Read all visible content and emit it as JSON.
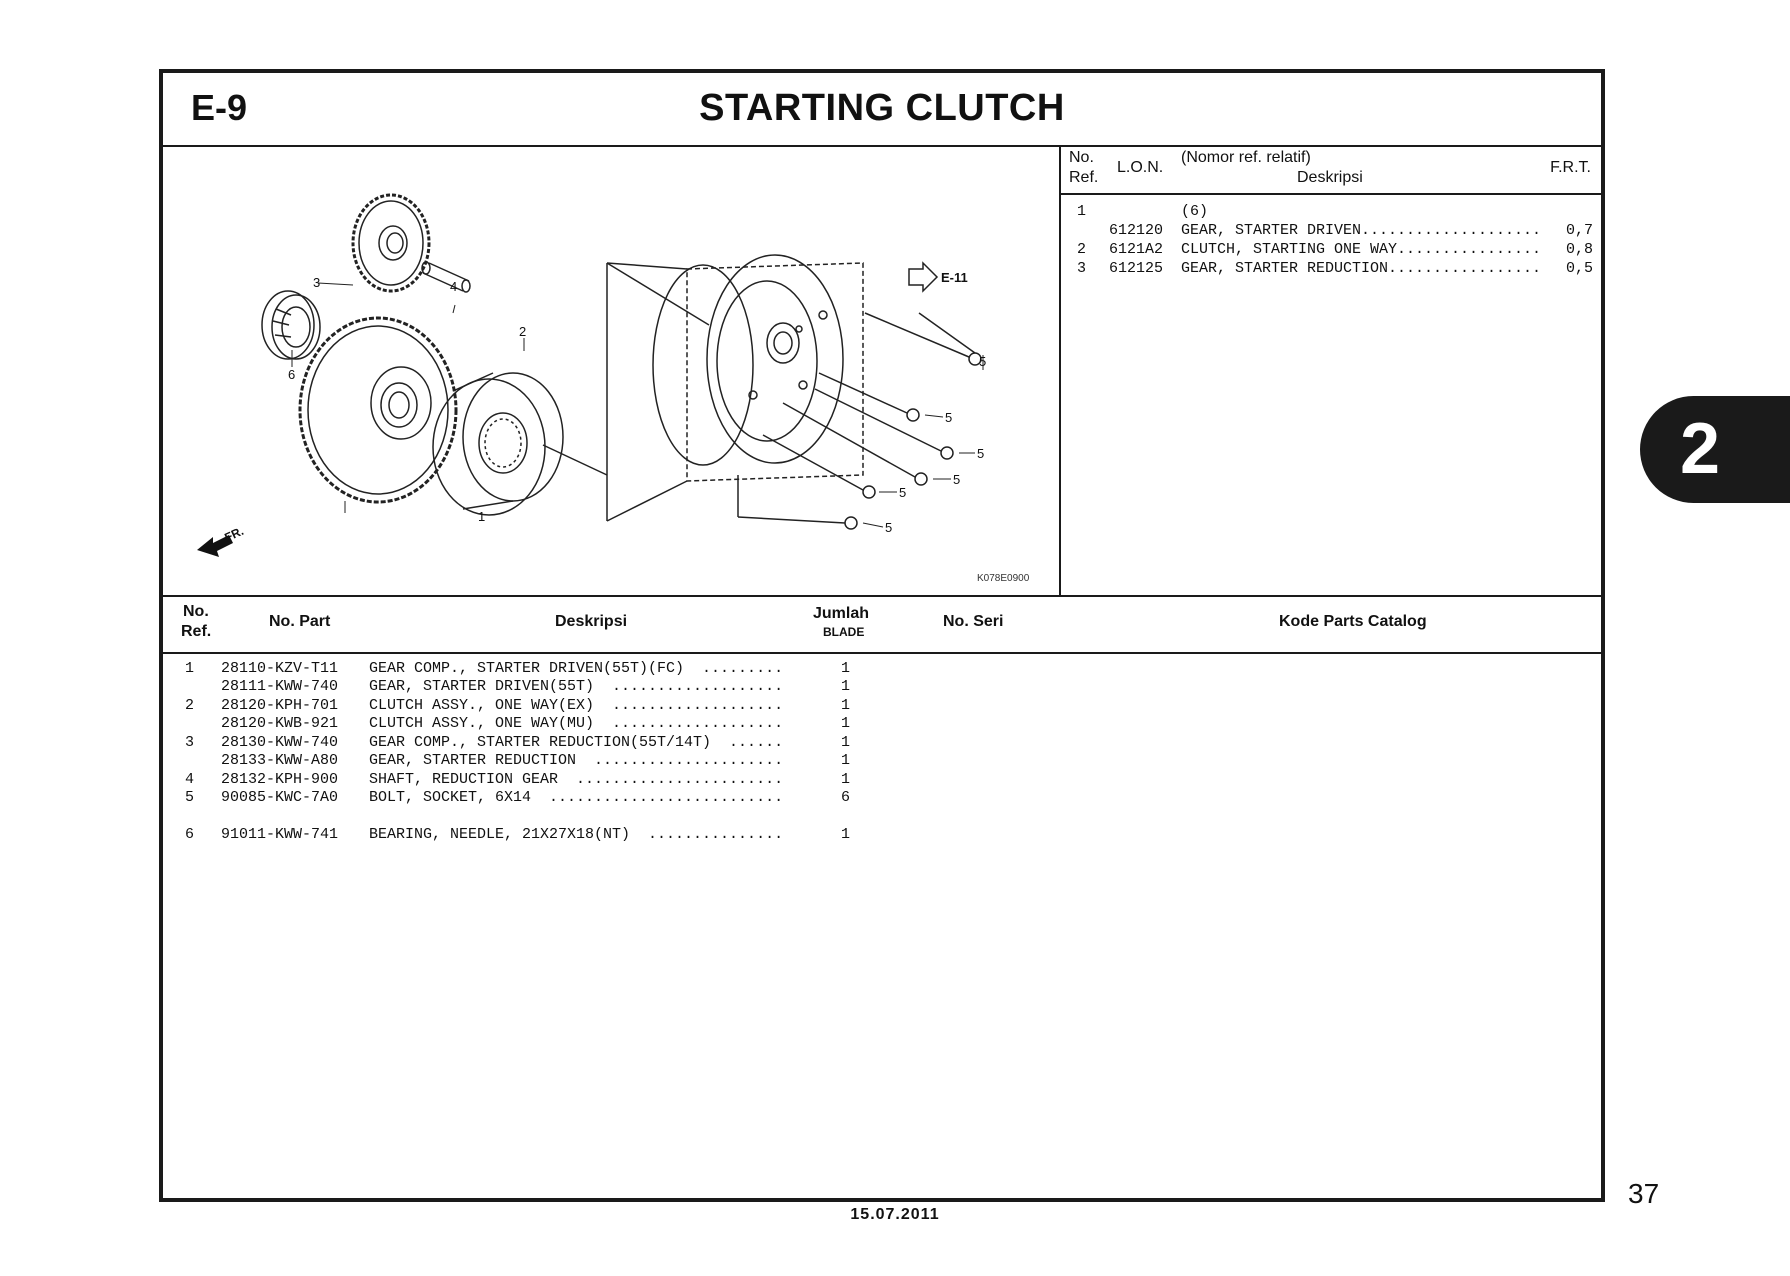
{
  "header": {
    "section_code": "E-9",
    "title": "STARTING CLUTCH"
  },
  "diagram": {
    "ref_labels": [
      "1",
      "2",
      "3",
      "4",
      "5",
      "6"
    ],
    "cross_ref": "E-11",
    "direction_label": "FR.",
    "figure_code": "K078E0900"
  },
  "ref_table": {
    "headers": {
      "no": "No.",
      "ref": "Ref.",
      "lon": "L.O.N.",
      "nomor_ref": "(Nomor ref. relatif)",
      "deskripsi": "Deskripsi",
      "frt": "F.R.T."
    },
    "rows": [
      {
        "no": "1",
        "lon": "",
        "desc": "(6)",
        "frt": ""
      },
      {
        "no": "",
        "lon": "612120",
        "desc": "GEAR, STARTER DRIVEN....................",
        "frt": "0,7"
      },
      {
        "no": "2",
        "lon": "6121A2",
        "desc": "CLUTCH, STARTING ONE WAY................",
        "frt": "0,8"
      },
      {
        "no": "3",
        "lon": "612125",
        "desc": "GEAR, STARTER REDUCTION.................",
        "frt": "0,5"
      }
    ]
  },
  "parts_table": {
    "headers": {
      "no": "No.",
      "ref": "Ref.",
      "part": "No. Part",
      "desc": "Deskripsi",
      "qty": "Jumlah",
      "qty_sub": "BLADE",
      "seri": "No. Seri",
      "catalog": "Kode Parts Catalog"
    },
    "rows": [
      {
        "ref": "1",
        "part": "28110-KZV-T11",
        "desc": "GEAR COMP., STARTER DRIVEN(55T)(FC)  .........",
        "qty": "1"
      },
      {
        "ref": "",
        "part": "28111-KWW-740",
        "desc": "GEAR, STARTER DRIVEN(55T)  ...................",
        "qty": "1"
      },
      {
        "ref": "2",
        "part": "28120-KPH-701",
        "desc": "CLUTCH ASSY., ONE WAY(EX)  ...................",
        "qty": "1"
      },
      {
        "ref": "",
        "part": "28120-KWB-921",
        "desc": "CLUTCH ASSY., ONE WAY(MU)  ...................",
        "qty": "1"
      },
      {
        "ref": "3",
        "part": "28130-KWW-740",
        "desc": "GEAR COMP., STARTER REDUCTION(55T/14T)  ......",
        "qty": "1"
      },
      {
        "ref": "",
        "part": "28133-KWW-A80",
        "desc": "GEAR, STARTER REDUCTION  .....................",
        "qty": "1"
      },
      {
        "ref": "4",
        "part": "28132-KPH-900",
        "desc": "SHAFT, REDUCTION GEAR  .......................",
        "qty": "1"
      },
      {
        "ref": "5",
        "part": "90085-KWC-7A0",
        "desc": "BOLT, SOCKET, 6X14  ..........................",
        "qty": "6"
      },
      {
        "ref": "6",
        "part": "91011-KWW-741",
        "desc": "BEARING, NEEDLE, 21X27X18(NT)  ...............",
        "qty": "1"
      }
    ]
  },
  "side_tab": "2",
  "page_number": "37",
  "date": "15.07.2011"
}
